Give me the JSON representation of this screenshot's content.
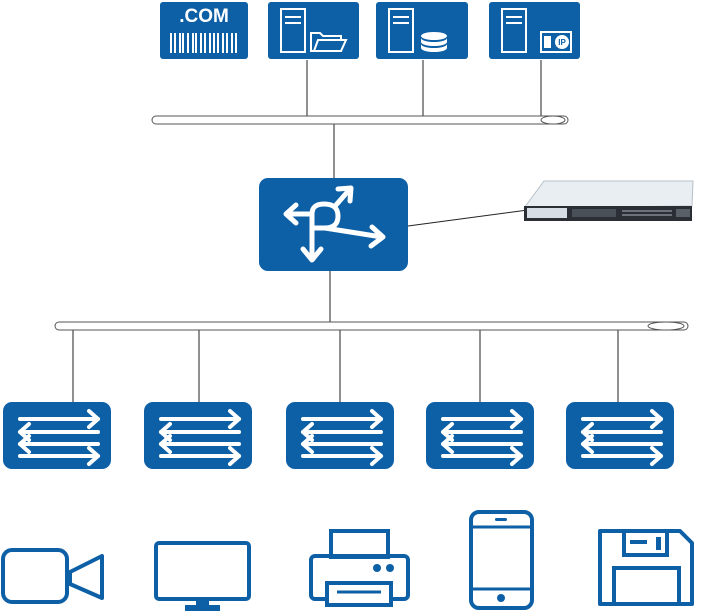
{
  "colors": {
    "device_fill": "#0d5fa6",
    "icon_stroke": "#0d5fa6",
    "line": "#222222",
    "bus_outline": "#555555",
    "appliance_body": "#d6dde4"
  },
  "servers": {
    "domain_label": ".COM",
    "ip_label": "IP",
    "items": [
      {
        "icon": "domain-server-icon",
        "label": ".COM"
      },
      {
        "icon": "file-server-icon"
      },
      {
        "icon": "database-server-icon"
      },
      {
        "icon": "ip-server-icon",
        "label": "IP"
      }
    ]
  },
  "core": {
    "icon": "router-icon"
  },
  "appliance": {
    "icon": "rack-server-appliance"
  },
  "switches": [
    {
      "icon": "switch-icon"
    },
    {
      "icon": "switch-icon"
    },
    {
      "icon": "switch-icon"
    },
    {
      "icon": "switch-icon"
    },
    {
      "icon": "switch-icon"
    }
  ],
  "endpoints": [
    {
      "icon": "video-camera-icon"
    },
    {
      "icon": "monitor-icon"
    },
    {
      "icon": "printer-icon"
    },
    {
      "icon": "smartphone-icon"
    },
    {
      "icon": "floppy-disk-icon"
    }
  ]
}
